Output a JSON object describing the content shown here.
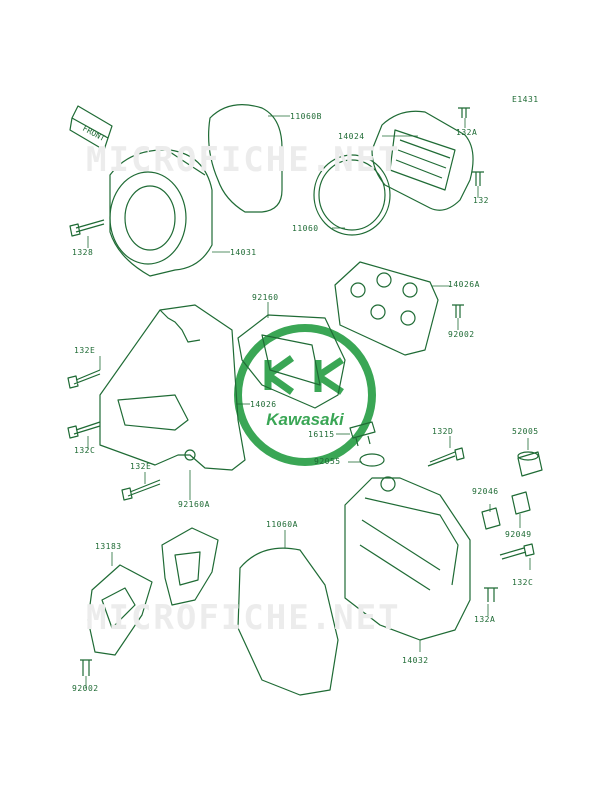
{
  "diagram_id": "E1431",
  "front_label": "FRONT",
  "watermark": {
    "brand": "Kawasaki",
    "site": "MICROFICHE.NET"
  },
  "colors": {
    "line": "#1f6b35",
    "logo": "#3aa655",
    "watermark_text": "#ececec"
  },
  "parts": {
    "p11060B": "11060B",
    "p14024": "14024",
    "p132A_top": "132A",
    "p132_top": "132",
    "p1328": "1328",
    "p14031": "14031",
    "p11060": "11060",
    "p14026A": "14026A",
    "p92002_top": "92002",
    "p92160": "92160",
    "p132E_left": "132E",
    "p14026": "14026",
    "p132C_left": "132C",
    "p16115": "16115",
    "p132D": "132D",
    "p52005": "52005",
    "p92055": "92055",
    "p132E_lower": "132E",
    "p92160A": "92160A",
    "p92046": "92046",
    "p92049": "92049",
    "p11060A": "11060A",
    "p13183": "13183",
    "p132C_right": "132C",
    "p132A_bottom": "132A",
    "p14032": "14032",
    "p92002_bottom": "92002"
  }
}
